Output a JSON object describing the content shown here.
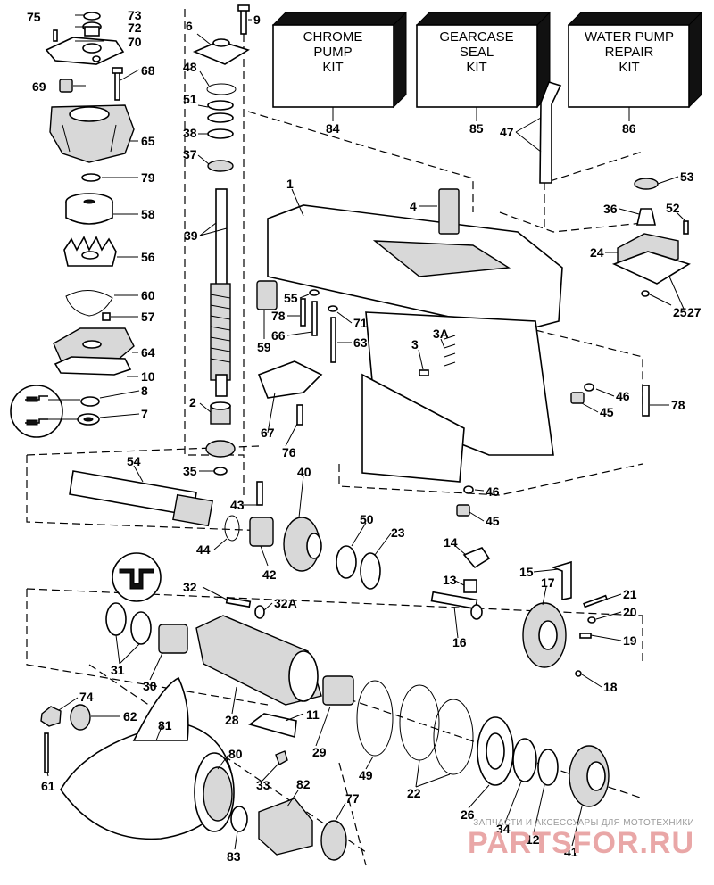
{
  "kits": [
    {
      "id": "kit-chrome-pump",
      "lines": [
        "CHROME",
        "PUMP",
        "KIT"
      ],
      "number": "84"
    },
    {
      "id": "kit-gearcase-seal",
      "lines": [
        "GEARCASE",
        "SEAL",
        "KIT"
      ],
      "number": "85"
    },
    {
      "id": "kit-water-pump-repair",
      "lines": [
        "WATER PUMP",
        "REPAIR",
        "KIT"
      ],
      "number": "86"
    }
  ],
  "callouts": {
    "c75": "75",
    "c73": "73",
    "c72": "72",
    "c70": "70",
    "c69": "69",
    "c68": "68",
    "c65": "65",
    "c79": "79",
    "c58": "58",
    "c56": "56",
    "c60": "60",
    "c57": "57",
    "c64": "64",
    "c10": "10",
    "c8": "8",
    "c7": "7",
    "c6": "6",
    "c9": "9",
    "c48": "48",
    "c51": "51",
    "c38": "38",
    "c37": "37",
    "c39": "39",
    "c2": "2",
    "c35": "35",
    "c54": "54",
    "c40": "40",
    "c43": "43",
    "c44": "44",
    "c42": "42",
    "c1": "1",
    "c4": "4",
    "c55": "55",
    "c78a": "78",
    "c66": "66",
    "c59": "59",
    "c71": "71",
    "c63": "63",
    "c3a": "3A",
    "c3": "3",
    "c67": "67",
    "c76": "76",
    "c47": "47",
    "c53": "53",
    "c36": "36",
    "c52": "52",
    "c24": "24",
    "c25": "25",
    "c27": "27",
    "c46a": "46",
    "c45a": "45",
    "c78b": "78",
    "c46b": "46",
    "c45b": "45",
    "c50": "50",
    "c23": "23",
    "c14": "14",
    "c13": "13",
    "c16": "16",
    "c15": "15",
    "c17": "17",
    "c21": "21",
    "c20": "20",
    "c19": "19",
    "c18": "18",
    "c32": "32",
    "c32a": "32A",
    "c31": "31",
    "c30": "30",
    "c28": "28",
    "c11": "11",
    "c29": "29",
    "c49": "49",
    "c22": "22",
    "c26": "26",
    "c34": "34",
    "c12": "12",
    "c41": "41",
    "c74": "74",
    "c62": "62",
    "c81": "81",
    "c80": "80",
    "c33": "33",
    "c82": "82",
    "c77": "77",
    "c61": "61",
    "c83": "83"
  },
  "watermark": {
    "subtitle": "ЗАПЧАСТИ И АКСЕССУАРЫ ДЛЯ МОТОТЕХНИКИ",
    "brand": "PARTSFOR.RU"
  }
}
